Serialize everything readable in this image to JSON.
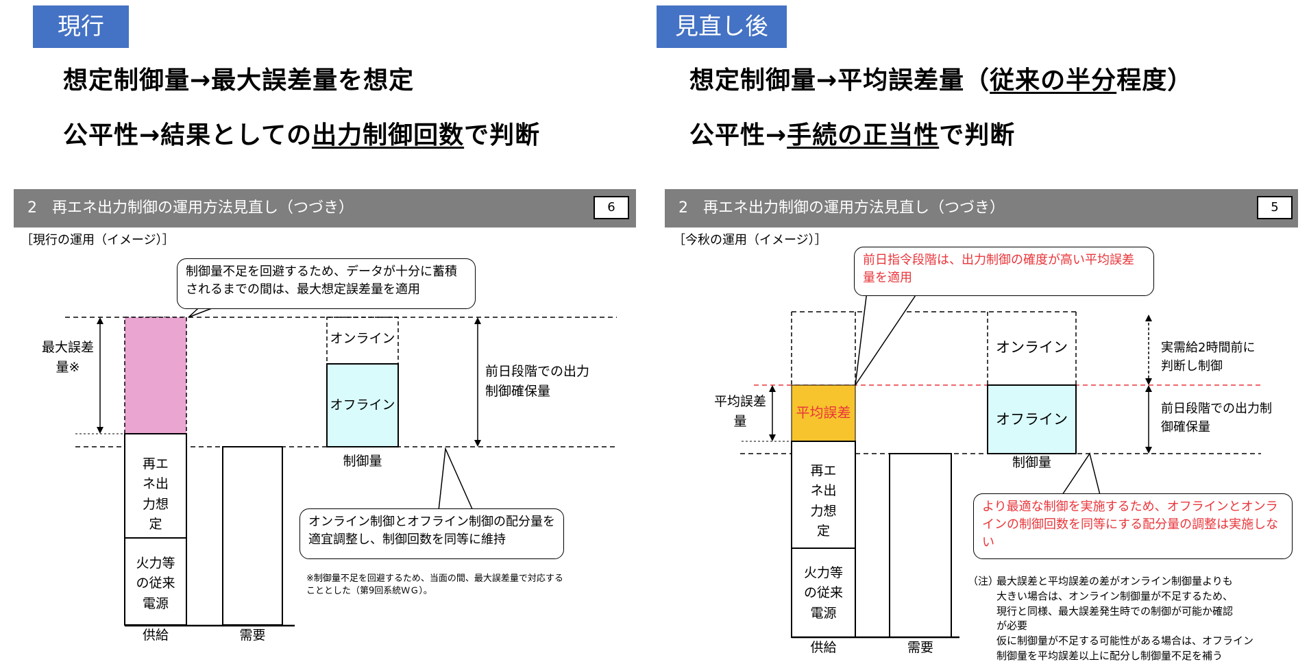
{
  "left": {
    "tag": "現行",
    "line1": "想定制御量→最大誤差量を想定",
    "line2_pre": "公平性→結果としての",
    "line2_u": "出力制御回数",
    "line2_post": "で判断",
    "slide": {
      "title": "2　再エネ出力制御の運用方法見直し（つづき）",
      "page": "6",
      "subtitle": "［現行の運用（イメージ）］",
      "callout_top": "制御量不足を回避するため、データが十分に蓄積されるまでの間は、最大想定誤差量を適用",
      "max_error_label": "最大誤差量※",
      "online": "オンライン",
      "offline": "オフライン",
      "control_amount": "制御量",
      "reserve_label": "前日段階での出力制御確保量",
      "renew": "再エネ出力想定",
      "thermal": "火力等の従来電源",
      "supply": "供給",
      "demand": "需要",
      "callout_bottom": "オンライン制御とオフライン制御の配分量を適宜調整し、制御回数を同等に維持",
      "footnote": "※制御量不足を回避するため、当面の間、最大誤差量で対応することとした（第9回系統ＷＧ）。"
    }
  },
  "right": {
    "tag": "見直し後",
    "line1_pre": "想定制御量→平均誤差量（",
    "line1_u": "従来の半分",
    "line1_post": "程度）",
    "line2_pre": "公平性→",
    "line2_u": "手続の正当性",
    "line2_post": "で判断",
    "slide": {
      "title": "2　再エネ出力制御の運用方法見直し（つづき）",
      "page": "5",
      "subtitle": "［今秋の運用（イメージ）］",
      "callout_top": "前日指令段階は、出力制御の確度が高い平均誤差量を適用",
      "avg_error_label": "平均誤差量",
      "avg_error_box": "平均誤差",
      "online": "オンライン",
      "offline": "オフライン",
      "control_amount": "制御量",
      "realtime_label": "実需給2時間前に判断し制御",
      "reserve_label": "前日段階での出力制御確保量",
      "renew": "再エネ出力想定",
      "thermal": "火力等の従来電源",
      "supply": "供給",
      "demand": "需要",
      "callout_bottom": "より最適な制御を実施するため、オフラインとオンラインの制御回数を同等にする配分量の調整は実施しない",
      "note_head": "（注）",
      "note_lines": [
        "最大誤差と平均誤差の差がオンライン制御量よりも",
        "大きい場合は、オンライン制御量が不足するため、",
        "現行と同様、最大誤差発生時での制御が可能か確認",
        "が必要",
        "仮に制御量が不足する可能性がある場合は、オフライン",
        "制御量を平均誤差以上に配分し制御量不足を補う"
      ]
    }
  },
  "colors": {
    "tag_blue": "#4472c4",
    "header_gray": "#7f7f7f",
    "pink": "#eaa5d1",
    "light_cyan": "#d9fbfc",
    "orange": "#f7c42e",
    "red": "#e8353a"
  }
}
